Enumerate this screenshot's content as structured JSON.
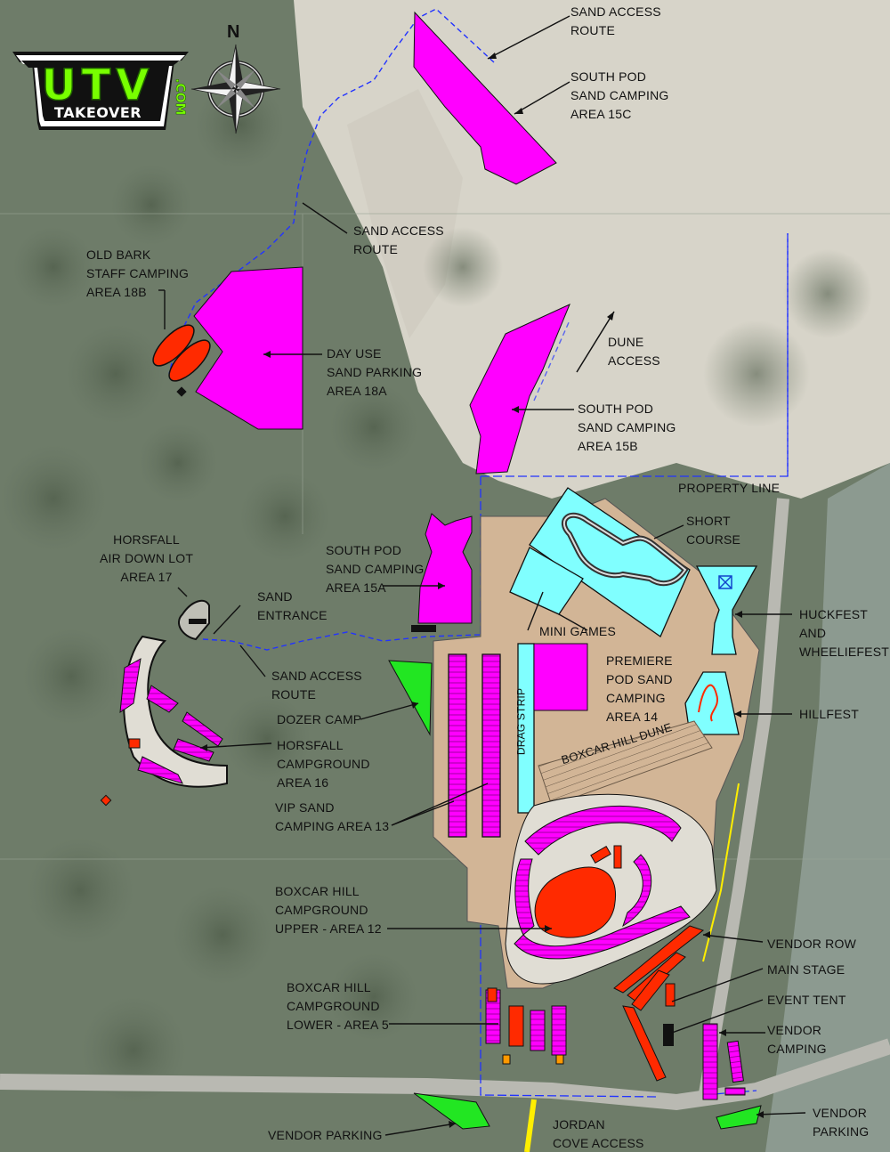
{
  "logo": {
    "main": "UTV",
    "sub": "TAKEOVER",
    "suffix": ".COM"
  },
  "compass": {
    "north": "N"
  },
  "labels": {
    "sand_access_route_1": "SAND ACCESS\nROUTE",
    "south_pod_15c": "SOUTH POD\nSAND CAMPING\nAREA 15C",
    "sand_access_route_2": "SAND ACCESS\nROUTE",
    "old_bark_18b": "OLD BARK\nSTAFF CAMPING\nAREA 18B",
    "day_use_18a": "DAY USE\nSAND PARKING\nAREA 18A",
    "dune_access": "DUNE\nACCESS",
    "south_pod_15b": "SOUTH POD\nSAND CAMPING\nAREA 15B",
    "property_line": "PROPERTY LINE",
    "short_course": "SHORT\nCOURSE",
    "horsfall_air_down_17": "HORSFALL\nAIR DOWN LOT\nAREA 17",
    "south_pod_15a": "SOUTH POD\nSAND CAMPING\nAREA 15A",
    "sand_entrance": "SAND\nENTRANCE",
    "huckfest": "HUCKFEST\nAND\nWHEELIEFEST",
    "mini_games": "MINI GAMES",
    "sand_access_route_3": "SAND ACCESS\nROUTE",
    "premiere_14": "PREMIERE\nPOD SAND\nCAMPING\nAREA 14",
    "dozer_camp": "DOZER CAMP",
    "hillfest": "HILLFEST",
    "horsfall_campground_16": "HORSFALL\nCAMPGROUND\nAREA 16",
    "drag_strip": "DRAG STRIP",
    "boxcar_hill_dune": "BOXCAR HILL DUNE",
    "vip_13": "VIP SAND\nCAMPING AREA 13",
    "boxcar_upper_12": "BOXCAR HILL\nCAMPGROUND\nUPPER - AREA 12",
    "vendor_row": "VENDOR ROW",
    "main_stage": "MAIN STAGE",
    "event_tent": "EVENT TENT",
    "boxcar_lower_5": "BOXCAR HILL\nCAMPGROUND\nLOWER - AREA 5",
    "vendor_camping": "VENDOR\nCAMPING",
    "vendor_parking_left": "VENDOR PARKING",
    "jordan_cove": "JORDAN\nCOVE ACCESS",
    "vendor_parking_right": "VENDOR\nPARKING"
  },
  "colors": {
    "sand_camping": "#ff00ff",
    "event_pad": "#d2b596",
    "course": "#80ffff",
    "dozer": "#22e622",
    "stage_red": "#ff2a00",
    "route_dash": "#2233ff",
    "property_line": "#2233ff",
    "road_yellow": "#ffee00",
    "forest": "#5f6f5c",
    "dune_sand": "#d9d6cc"
  }
}
